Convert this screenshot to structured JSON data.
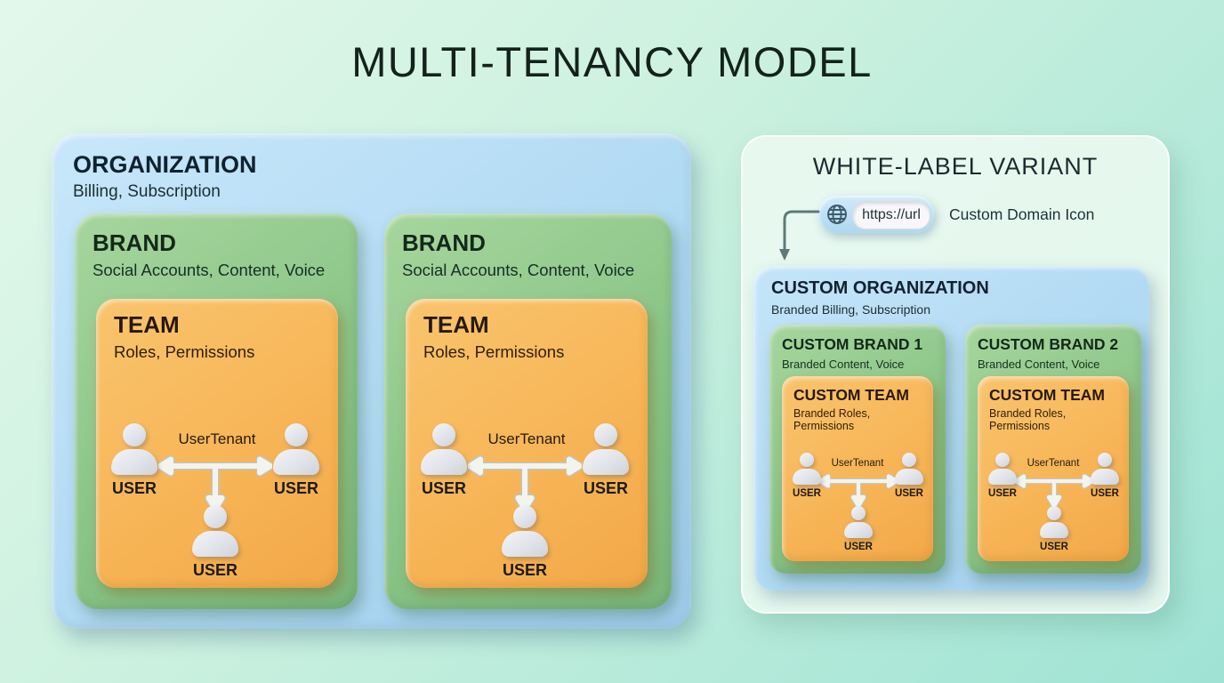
{
  "title": "MULTI-TENANCY MODEL",
  "organization": {
    "title": "ORGANIZATION",
    "subtitle": "Billing, Subscription",
    "brands": [
      {
        "title": "BRAND",
        "subtitle": "Social Accounts, Content, Voice",
        "team": {
          "title": "TEAM",
          "subtitle": "Roles, Permissions",
          "relation_label": "UserTenant",
          "users": [
            "USER",
            "USER",
            "USER"
          ]
        }
      },
      {
        "title": "BRAND",
        "subtitle": "Social Accounts, Content, Voice",
        "team": {
          "title": "TEAM",
          "subtitle": "Roles, Permissions",
          "relation_label": "UserTenant",
          "users": [
            "USER",
            "USER",
            "USER"
          ]
        }
      }
    ]
  },
  "white_label": {
    "title": "WHITE-LABEL VARIANT",
    "domain": {
      "url": "https://url",
      "caption": "Custom Domain Icon"
    },
    "organization": {
      "title": "CUSTOM ORGANIZATION",
      "subtitle": "Branded Billing, Subscription",
      "brands": [
        {
          "title": "CUSTOM BRAND 1",
          "subtitle": "Branded Content, Voice",
          "team": {
            "title": "CUSTOM TEAM",
            "subtitle": "Branded Roles, Permissions",
            "relation_label": "UserTenant",
            "users": [
              "USER",
              "USER",
              "USER"
            ]
          }
        },
        {
          "title": "CUSTOM BRAND 2",
          "subtitle": "Branded Content, Voice",
          "team": {
            "title": "CUSTOM TEAM",
            "subtitle": "Branded Roles, Permissions",
            "relation_label": "UserTenant",
            "users": [
              "USER",
              "USER",
              "USER"
            ]
          }
        }
      ]
    }
  },
  "colors": {
    "background_start": "#e3f8ea",
    "background_end": "#9fe3d4",
    "organization_blue": "#aed8f2",
    "brand_green": "#8ac487",
    "team_orange": "#f7b557",
    "panel_mint": "#e9f8f0",
    "arrow_gray": "#5e7a77",
    "title_text": "#13221b"
  }
}
